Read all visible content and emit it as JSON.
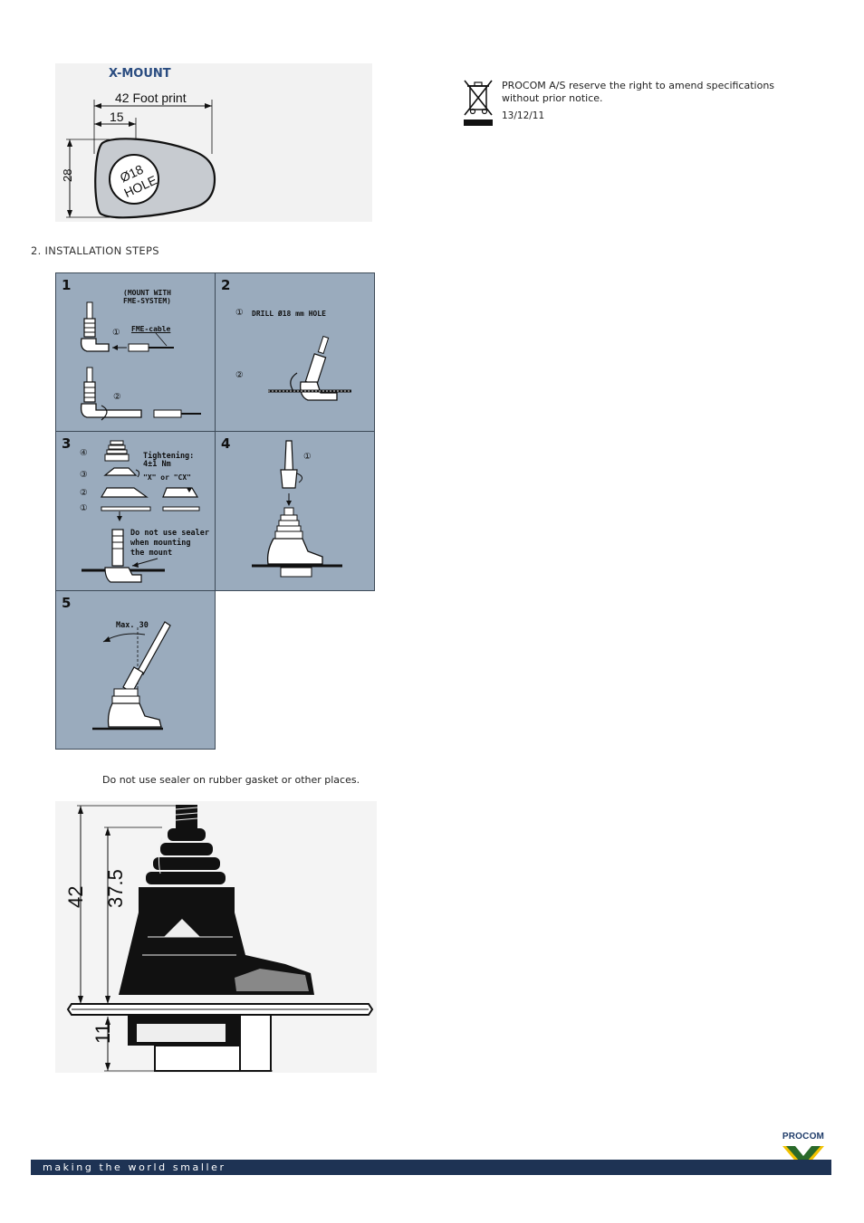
{
  "xmount": {
    "title": "X-MOUNT",
    "footprint_label": "42 Foot print",
    "dim_15": "15",
    "dim_28": "28",
    "hole_diameter": "Ø18",
    "hole_label": "HOLE"
  },
  "notice": {
    "text_line1": "PROCOM A/S reserve the right to amend specifications",
    "text_line2": "without prior notice.",
    "date": "13/12/11",
    "weee_icon": "crossed-out-bin-icon"
  },
  "section": {
    "heading": "2. INSTALLATION STEPS"
  },
  "steps": {
    "s1": {
      "number": "1",
      "note_line1": "(MOUNT WITH",
      "note_line2": "FME-SYSTEM)",
      "cable_label": "FME-cable",
      "marker1": "①",
      "marker2": "②"
    },
    "s2": {
      "number": "2",
      "drill_marker": "①",
      "drill_label": "DRILL Ø18 mm HOLE",
      "marker2": "②"
    },
    "s3": {
      "number": "3",
      "tight_line1": "Tightening:",
      "tight_line2": "4±1 Nm",
      "x_or_cx": "\"X\"  or  \"CX\"",
      "m4": "④",
      "m3": "③",
      "m2": "②",
      "m1": "①",
      "sealer_line1": "Do not use sealer",
      "sealer_line2": "when mounting",
      "sealer_line3": "the mount"
    },
    "s4": {
      "number": "4",
      "marker1": "①"
    },
    "s5": {
      "number": "5",
      "max_label": "Max. 30"
    }
  },
  "caption": "Do not use sealer on rubber gasket or other places.",
  "dimensions": {
    "d42": "42",
    "d375": "37.5",
    "d11": "11"
  },
  "footer": {
    "logo_text": "PROCOM",
    "slogan": "making the world smaller",
    "bar_color": "#1e3354",
    "logo_color": "#1f3c6a",
    "logo_accent": "#f2c200"
  }
}
